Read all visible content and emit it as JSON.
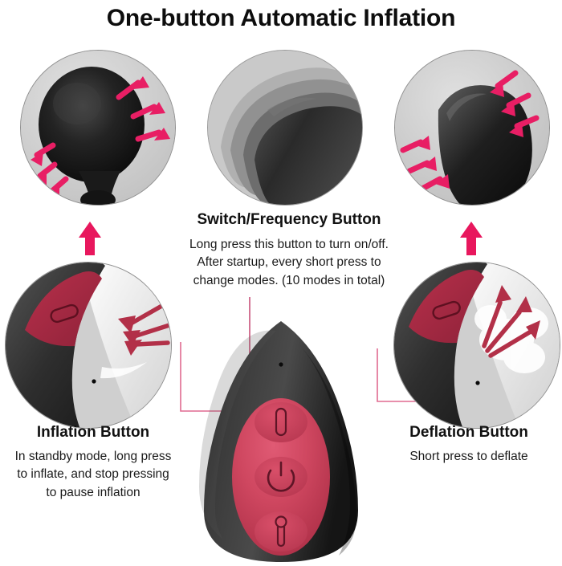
{
  "page": {
    "title": "One-button Automatic Inflation",
    "background": "#ffffff"
  },
  "colors": {
    "accent_pink": "#e81e64",
    "accent_crimson": "#b23048",
    "panel_crimson": "#c9405c",
    "device_black": "#2b2b2b",
    "inset_gray": "#cfcfcf",
    "text_dark": "#111111",
    "leader_line": "#e06a90"
  },
  "insets": {
    "top_left": {
      "name": "inflated-bulb-closeup",
      "description": "Black inflated bulb expanding outward",
      "arrow_direction": "outward",
      "arrow_color": "#e81e64",
      "arrow_count": 6
    },
    "top_middle": {
      "name": "device-body-closeup",
      "description": "Grayscale closeup of curved device body",
      "arrow_direction": "none",
      "arrow_count": 0
    },
    "top_right": {
      "name": "deflated-bulb-closeup",
      "description": "Black bulb contracting inward",
      "arrow_direction": "inward",
      "arrow_color": "#e81e64",
      "arrow_count": 6
    },
    "bottom_left": {
      "name": "inflation-button-closeup",
      "description": "Control panel closeup with air drawn inward",
      "arrow_direction": "inward",
      "arrow_color": "#b23048",
      "arrow_count": 3
    },
    "bottom_right": {
      "name": "deflation-button-closeup",
      "description": "Control panel closeup with air puffing outward",
      "arrow_direction": "outward",
      "arrow_color": "#b23048",
      "arrow_count": 3
    }
  },
  "callouts": {
    "switch": {
      "heading": "Switch/Frequency Button",
      "lines": [
        "Long press this button to turn on/off.",
        "After startup, every short press to",
        "change modes. (10 modes in total)"
      ]
    },
    "inflation": {
      "heading": "Inflation Button",
      "lines": [
        "In standby mode, long press",
        "to inflate, and stop pressing",
        "to pause inflation"
      ]
    },
    "deflation": {
      "heading": "Deflation Button",
      "lines": [
        "Short press to deflate"
      ]
    }
  },
  "device": {
    "name": "inflatable-massager-remote",
    "panel_color": "#c9405c",
    "buttons": [
      {
        "id": "inflate",
        "glyph": "rounded-slot",
        "label": "Inflation Button"
      },
      {
        "id": "power",
        "glyph": "power-symbol",
        "label": "Switch/Frequency Button"
      },
      {
        "id": "deflate",
        "glyph": "keyhole-slot",
        "label": "Deflation Button"
      }
    ],
    "indicator": {
      "name": "led-indicator-dot",
      "visible": true
    }
  },
  "connectors": {
    "left_up_arrow": {
      "name": "up-arrow-left",
      "color": "#e8175d"
    },
    "right_up_arrow": {
      "name": "up-arrow-right",
      "color": "#e8175d"
    }
  }
}
